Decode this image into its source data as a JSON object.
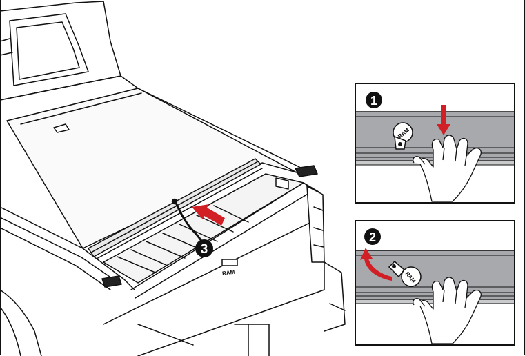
{
  "steps": [
    {
      "number": "1"
    },
    {
      "number": "2"
    },
    {
      "number": "3"
    }
  ],
  "labels": {
    "tailgate_badge": "RAM",
    "lock_key_text": "RAM"
  },
  "colors": {
    "accent_red": "#d21f26",
    "line": "#111111",
    "rail_grey": "#a7a9ac",
    "rail_grey_light": "#c9cacc",
    "badge_fill": "#111111"
  },
  "icons": [
    "hand-icon",
    "lock-key-icon",
    "down-arrow-icon",
    "rotate-arrow-icon",
    "push-arrow-icon"
  ]
}
